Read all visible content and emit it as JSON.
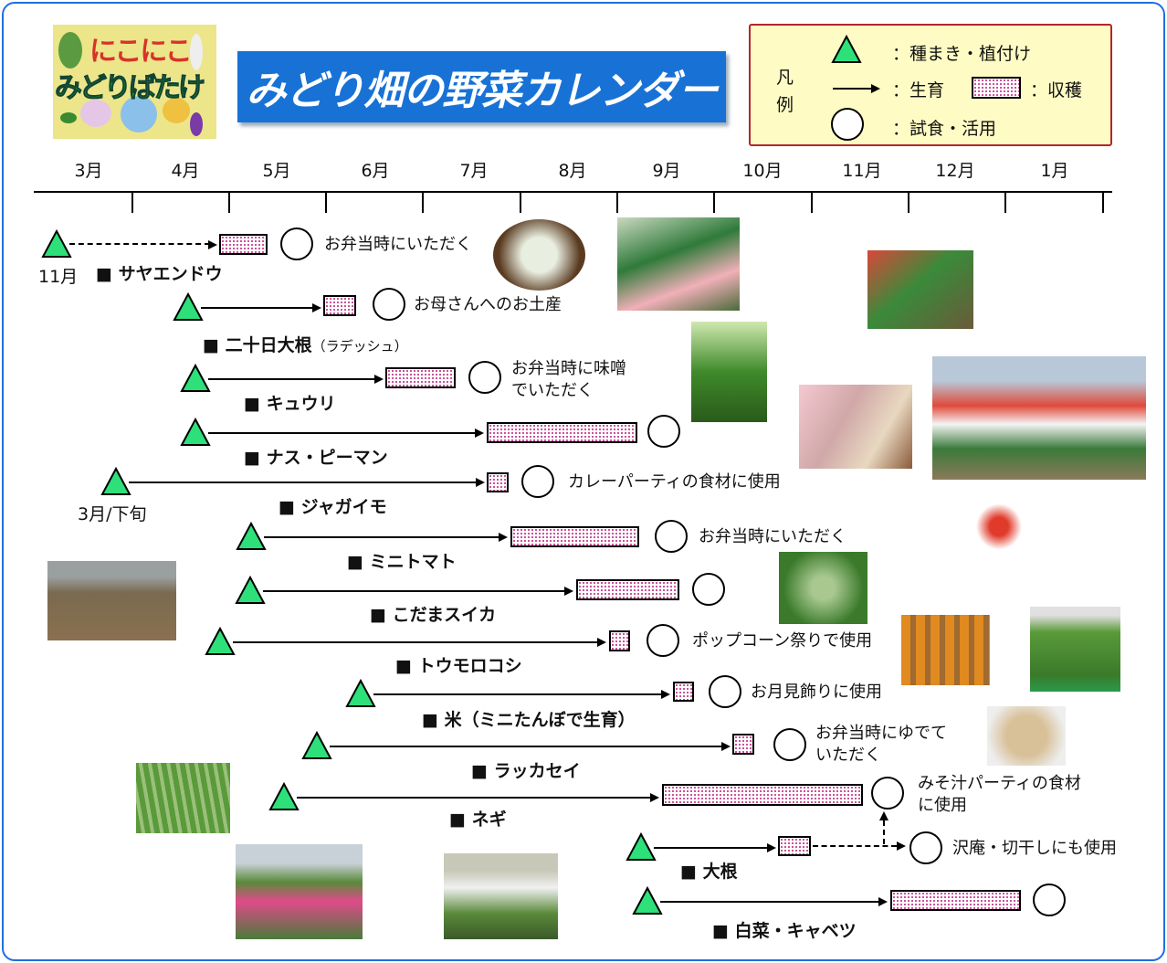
{
  "logo": {
    "line1": "にこにこ",
    "line2": "みどりばたけ"
  },
  "title": "みどり畑の野菜カレンダー",
  "legend": {
    "heading_1": "凡",
    "heading_2": "例",
    "sowing": "：種まき・植付け",
    "growing": "：生育",
    "harvest": "：収穫",
    "tasting": "：試食・活用"
  },
  "months": [
    "3月",
    "4月",
    "5月",
    "6月",
    "7月",
    "8月",
    "9月",
    "10月",
    "11月",
    "12月",
    "1月"
  ],
  "rows": [
    {
      "label": "■ サヤエンドウ",
      "start_note": "11月",
      "note": [
        "お弁当時にいただく"
      ]
    },
    {
      "label": "■ 二十日大根",
      "sublabel": "（ラデッシュ）",
      "note": [
        "お母さんへのお土産"
      ]
    },
    {
      "label": "■ キュウリ",
      "note": [
        "お弁当時に味噌",
        "でいただく"
      ]
    },
    {
      "label": "■ ナス・ピーマン",
      "note": []
    },
    {
      "label": "■ ジャガイモ",
      "start_note": "3月/下旬",
      "note": [
        "カレーパーティの食材に使用"
      ]
    },
    {
      "label": "■ ミニトマト",
      "note": [
        "お弁当時にいただく"
      ]
    },
    {
      "label": "■ こだまスイカ",
      "note": []
    },
    {
      "label": "■ トウモロコシ",
      "note": [
        "ポップコーン祭りで使用"
      ]
    },
    {
      "label": "■ 米（ミニたんぼで生育）",
      "note": [
        "お月見飾りに使用"
      ]
    },
    {
      "label": "■ ラッカセイ",
      "note": [
        "お弁当時にゆでて",
        "いただく"
      ]
    },
    {
      "label": "■ ネギ",
      "note": [
        "みそ汁パーティの食材",
        "に使用"
      ]
    },
    {
      "label": "■ 大根",
      "note": [
        "沢庵・切干しにも使用"
      ]
    },
    {
      "label": "■ 白菜・キャベツ",
      "note": []
    }
  ],
  "colors": {
    "frame": "#1f6fe0",
    "title_bg": "#1872d6",
    "legend_bg": "#fefcc4",
    "legend_border": "#b3262a",
    "triangle": "#2ee07a",
    "harvest_dots": "#c23a8a"
  }
}
